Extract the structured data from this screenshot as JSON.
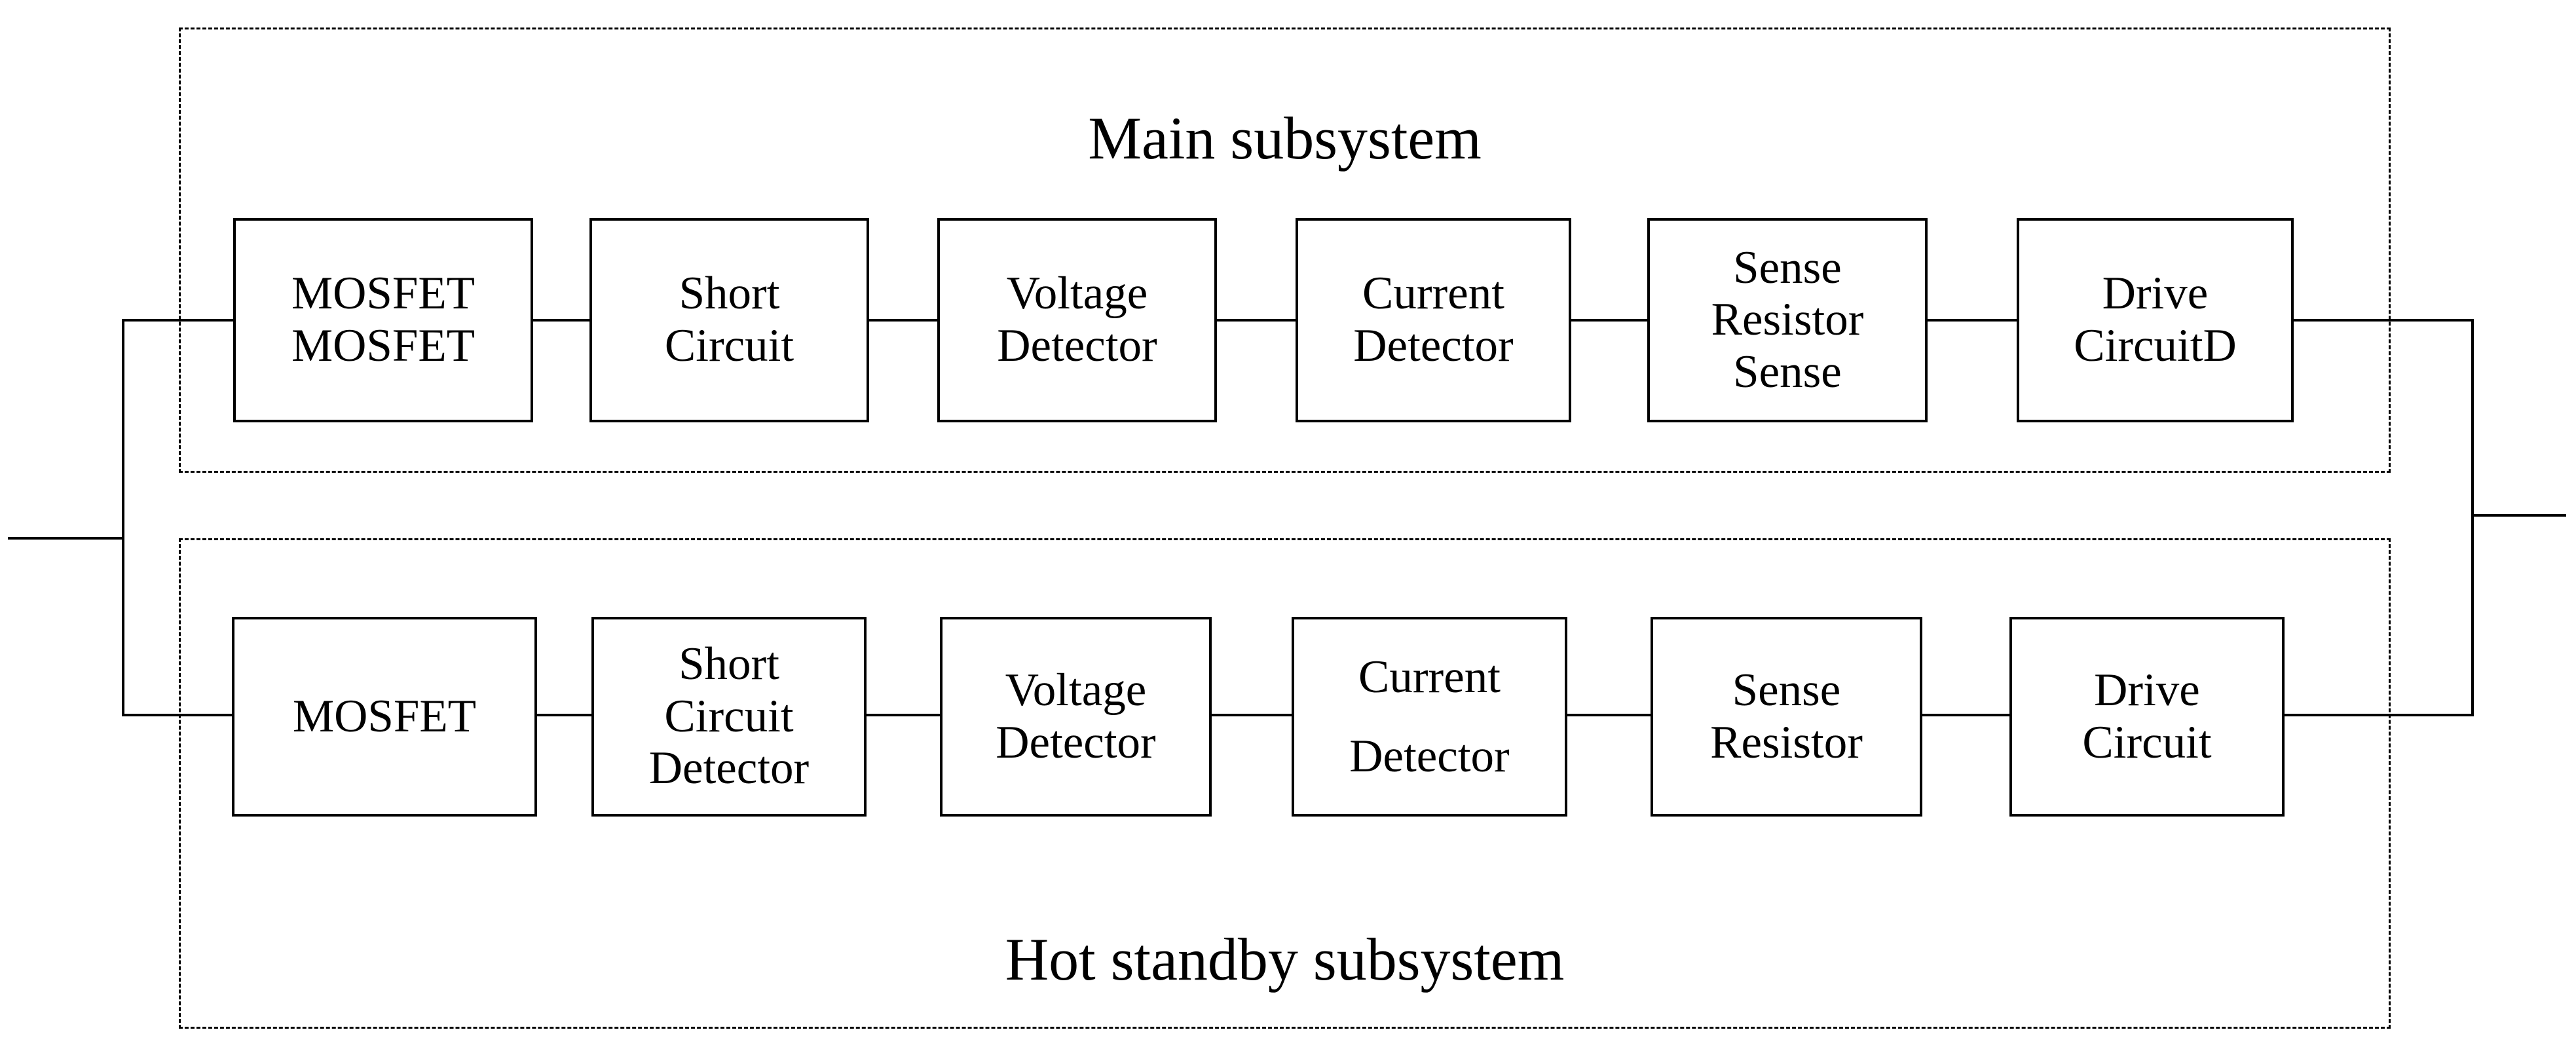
{
  "figure": {
    "type": "reliability-block-diagram",
    "background_color": "#ffffff",
    "line_color": "#000000",
    "main_subsystem": {
      "title": "Main subsystem",
      "blocks": [
        "MOSFET\nMOSFET",
        "Short\nCircuit",
        "Voltage\nDetector",
        "Current\nDetector",
        "Sense\nResistor\nSense",
        "Drive\nCircuitD"
      ]
    },
    "hot_standby_subsystem": {
      "title": "Hot standby subsystem",
      "blocks": [
        "MOSFET",
        "Short\nCircuit\nDetector",
        "Voltage\nDetector",
        "Current\nDetector",
        "Sense\nResistor",
        "Drive\nCircuit"
      ]
    }
  }
}
